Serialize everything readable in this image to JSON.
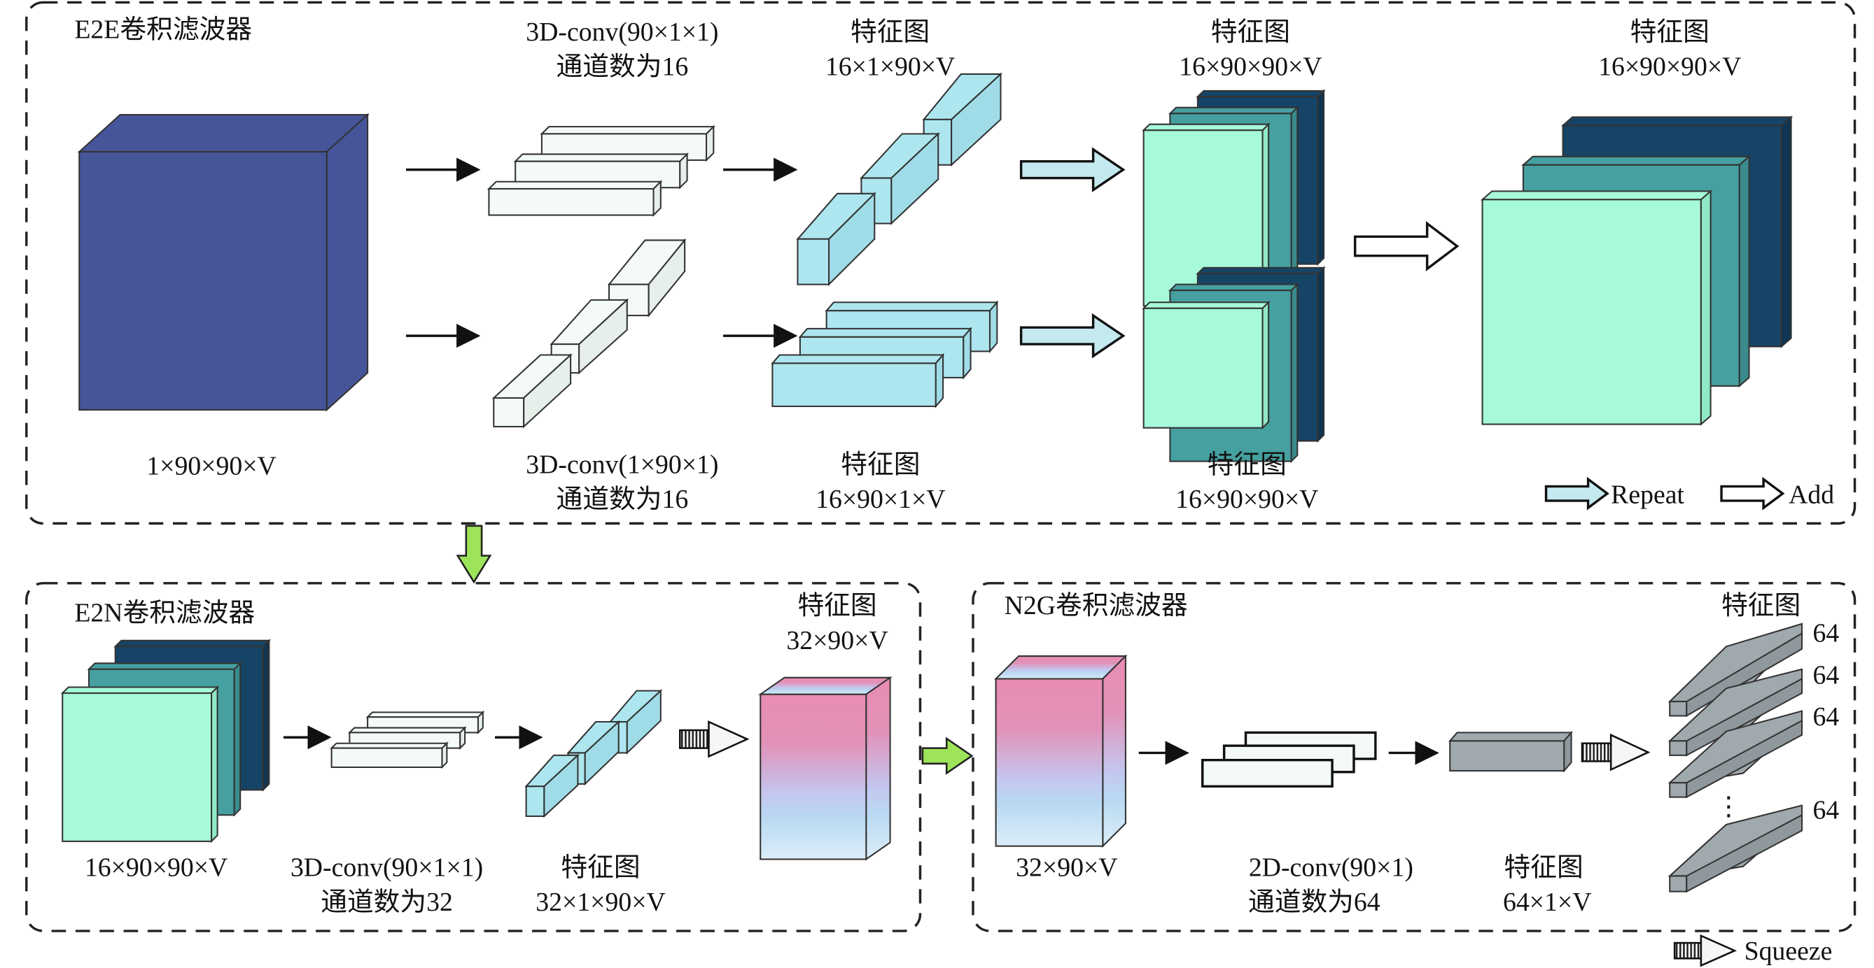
{
  "colors": {
    "input_cube": "#46549a",
    "feature_light": "#a6f9d9",
    "feature_mid": "#46a0a0",
    "feature_dark": "#164466",
    "kernel_white": "#f4fbf6",
    "conv_blue": "#ade6ef",
    "repeat_arrow": "#c4e9ef",
    "green_arrow": "#9de45a",
    "grad_top": "#e98cb3",
    "grad_mid": "#c4c6ef",
    "grad_bottom": "#b8d9f2",
    "gray_block": "#a0a9ad"
  },
  "e2e": {
    "title": "E2E卷积滤波器",
    "input_label": "1×90×90×V",
    "conv_top": {
      "line1": "3D-conv(90×1×1)",
      "line2": "通道数为16"
    },
    "conv_bottom": {
      "line1": "3D-conv(1×90×1)",
      "line2": "通道数为16"
    },
    "feat_top": {
      "line1": "特征图",
      "line2": "16×1×90×V"
    },
    "feat_bottom": {
      "line1": "特征图",
      "line2": "16×90×1×V"
    },
    "repeat_top": {
      "line1": "特征图",
      "line2": "16×90×90×V"
    },
    "repeat_bottom": {
      "line1": "特征图",
      "line2": "16×90×90×V"
    },
    "output": {
      "line1": "特征图",
      "line2": "16×90×90×V"
    },
    "legend": {
      "repeat": "Repeat",
      "add": "Add"
    }
  },
  "e2n": {
    "title": "E2N卷积滤波器",
    "input_label": "16×90×90×V",
    "conv": {
      "line1": "3D-conv(90×1×1)",
      "line2": "通道数为32"
    },
    "feat": {
      "line1": "特征图",
      "line2": "32×1×90×V"
    },
    "output": {
      "line1": "特征图",
      "line2": "32×90×V"
    }
  },
  "n2g": {
    "title": "N2G卷积滤波器",
    "input_label": "32×90×V",
    "conv": {
      "line1": "2D-conv(90×1)",
      "line2": "通道数为64"
    },
    "feat": {
      "line1": "特征图",
      "line2": "64×1×V"
    },
    "output": {
      "line1": "特征图",
      "values": [
        "64",
        "64",
        "64",
        "64"
      ],
      "ellipsis": "⋮"
    }
  },
  "legend_squeeze": "Squeeze"
}
